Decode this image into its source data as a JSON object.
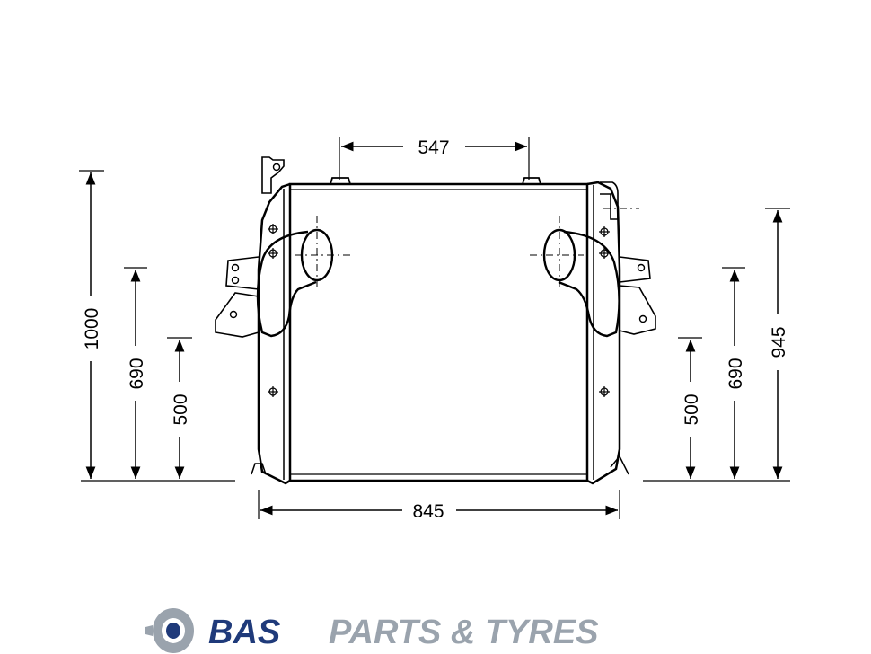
{
  "dimensions": {
    "top_width": "547",
    "bottom_width": "845",
    "left_height_1": "1000",
    "left_height_2": "690",
    "left_height_3": "500",
    "right_height_1": "500",
    "right_height_2": "690",
    "right_height_3": "945"
  },
  "brand": {
    "name_primary": "BAS",
    "name_secondary": "PARTS & TYRES",
    "primary_color": "#1f3a7a",
    "secondary_color": "#9aa3ad",
    "icon": "tyre-icon"
  },
  "colors": {
    "line": "#000000",
    "background": "#ffffff"
  }
}
